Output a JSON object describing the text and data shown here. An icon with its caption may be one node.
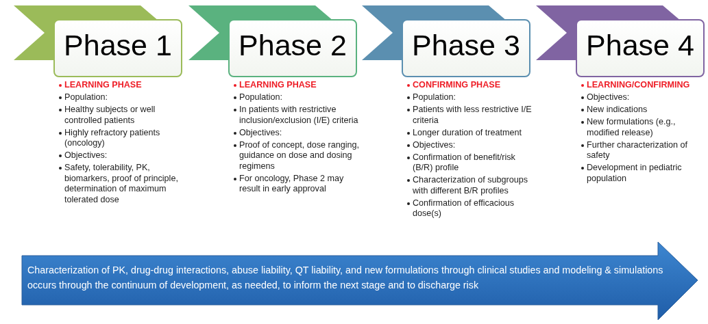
{
  "diagram": {
    "nodes": [
      {
        "text": [
          "Phase 1"
        ],
        "beside": [
          "LEARNING PHASE",
          "Population:",
          "Healthy subjects or well controlled patients",
          "Highly refractory patients (oncology)",
          "Objectives:",
          "Safety, tolerability, PK, biomarkers, proof of principle, determination of maximum tolerated dose"
        ]
      },
      {
        "text": [
          "Phase 2"
        ],
        "beside": [
          "LEARNING PHASE",
          "Population:",
          "In patients with restrictive inclusion/exclusion (I/E) criteria",
          "Objectives:",
          "Proof of concept, dose ranging, guidance on dose and dosing regimens",
          "For oncology, Phase 2 may result in early approval"
        ]
      },
      {
        "text": [
          "Phase 3"
        ],
        "beside": [
          "CONFIRMING PHASE",
          "Population:",
          "Patients with less restrictive I/E criteria",
          "Longer duration of treatment",
          "Objectives:",
          "Confirmation of benefit/risk (B/R) profile",
          "Characterization of subgroups with different B/R profiles",
          "Confirmation of efficacious dose(s)"
        ]
      },
      {
        "text": [
          "Phase 4"
        ],
        "beside": [
          "LEARNING/CONFIRMING",
          "Objectives:",
          "New indications",
          "New formulations (e.g., modified release)",
          "Further characterization of safety",
          "Development in pediatric population"
        ]
      },
      {
        "text": [
          "Characterization of PK, drug-drug interactions, abuse liability, QT liability, and new formulations through clinical studies and modeling & simulations occurs through the continuum of development, as needed, to inform the next stage and to discharge risk"
        ]
      }
    ]
  }
}
